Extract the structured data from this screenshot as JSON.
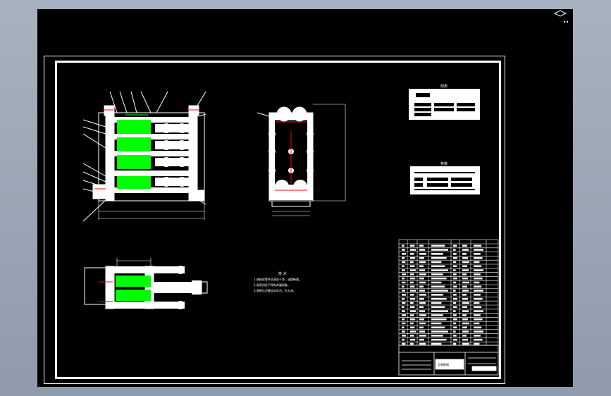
{
  "drawing": {
    "background_color": "#000000",
    "line_color": "#ffffff",
    "fill_highlight_color": "#00ff00",
    "accent_line_color": "#ff0000",
    "viewcube_icon": "viewcube-icon"
  },
  "views": {
    "front_view": {
      "name": "front-view"
    },
    "side_view": {
      "name": "side-view"
    },
    "top_view": {
      "name": "top-view"
    }
  },
  "notes": {
    "title": "技 术",
    "lines": [
      "1.装配前零件须清洗干净，油路畅通。",
      "2.各密封处不得有渗漏现象。",
      "3.装配后活塞运动灵活，无卡滞。"
    ]
  },
  "tables": {
    "table1": {
      "title": "附表"
    },
    "table2": {
      "title": "参数"
    }
  },
  "title_block": {
    "drawing_name": "总装配图"
  }
}
